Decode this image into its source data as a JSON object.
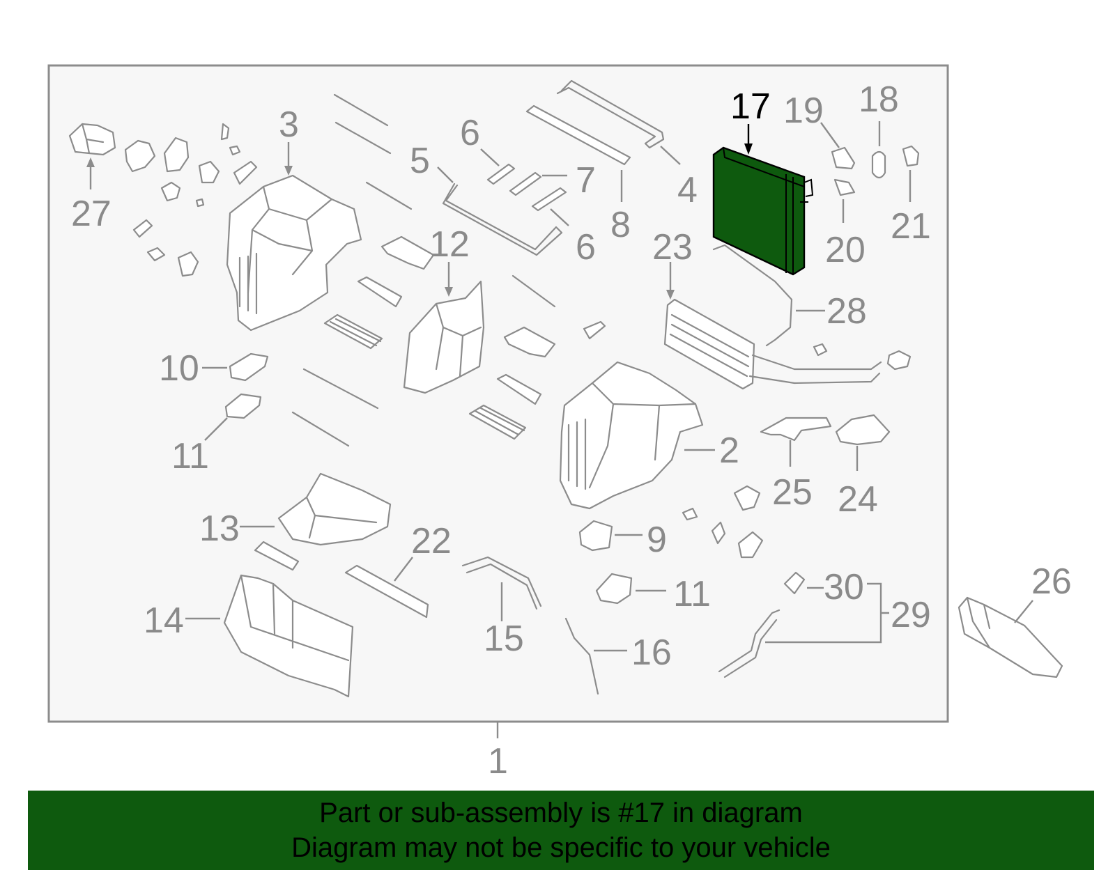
{
  "callouts": {
    "c1": "1",
    "c2": "2",
    "c3": "3",
    "c4": "4",
    "c5": "5",
    "c6a": "6",
    "c6b": "6",
    "c7": "7",
    "c8": "8",
    "c9": "9",
    "c10": "10",
    "c11a": "11",
    "c11b": "11",
    "c12": "12",
    "c13": "13",
    "c14": "14",
    "c15": "15",
    "c16": "16",
    "c17": "17",
    "c18": "18",
    "c19": "19",
    "c20": "20",
    "c21": "21",
    "c22": "22",
    "c23": "23",
    "c24": "24",
    "c25": "25",
    "c26": "26",
    "c27": "27",
    "c28": "28",
    "c29": "29",
    "c30": "30"
  },
  "highlight": {
    "part_number": "17",
    "color": "#0e5a0e"
  },
  "colors": {
    "banner": "#0e5a0e",
    "frame_bg": "#f7f7f7",
    "line": "#8c8c8c",
    "label": "#8a8a8a"
  },
  "banner": {
    "line1": "Part or sub-assembly is #17 in diagram",
    "line2": "Diagram may not be specific to your vehicle"
  }
}
